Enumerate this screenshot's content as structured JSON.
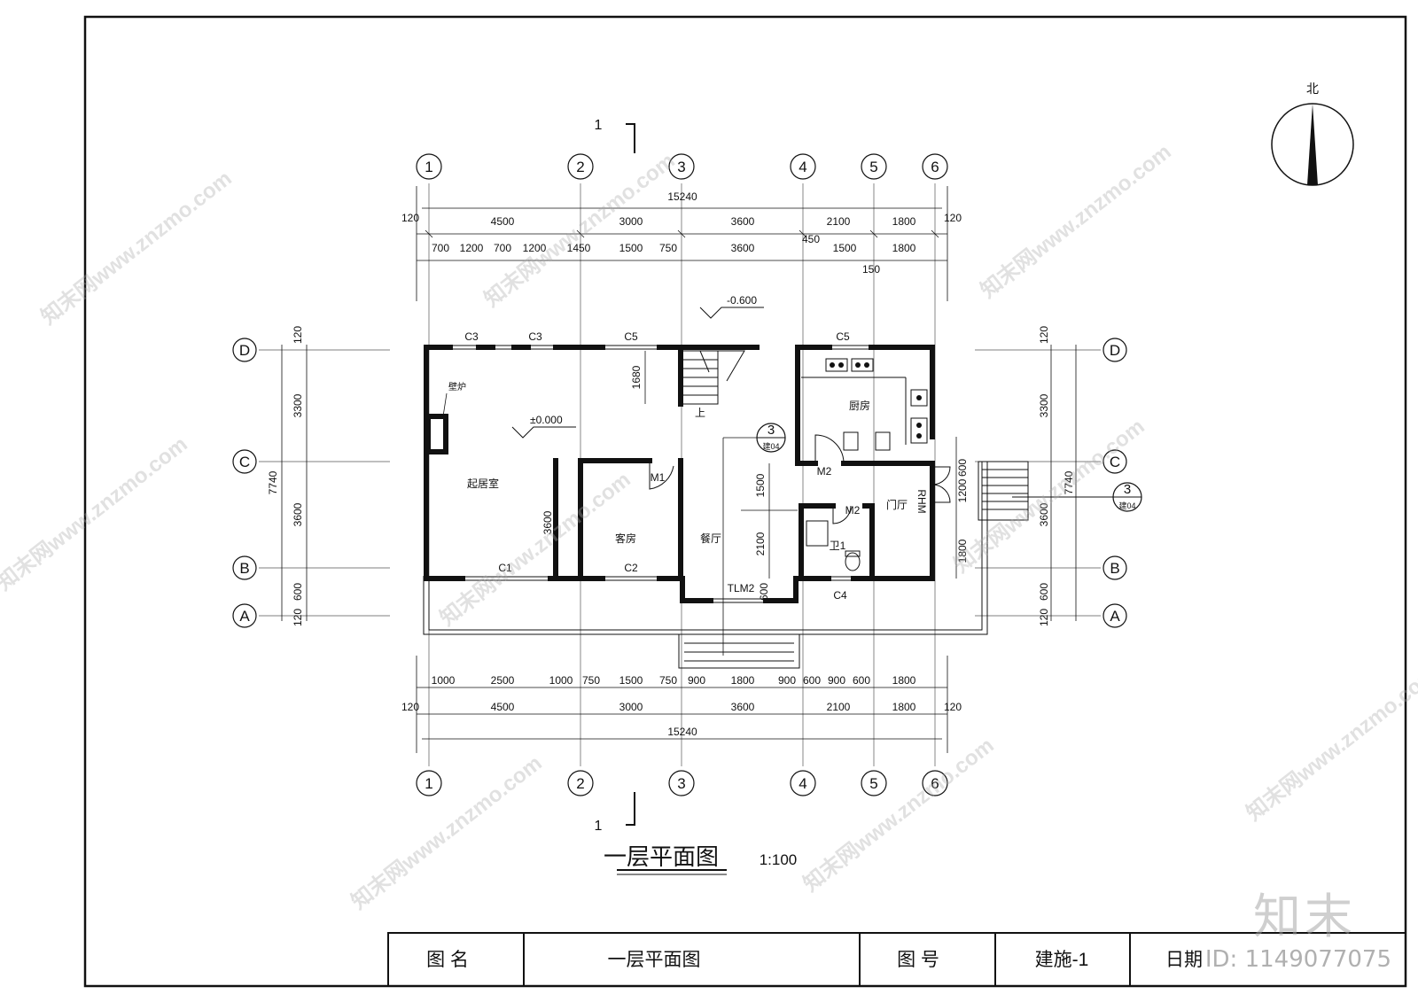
{
  "north": "北",
  "drawing_title": "一层平面图",
  "scale": "1:100",
  "section_mark": "1",
  "axes_x": [
    "1",
    "2",
    "3",
    "4",
    "5",
    "6"
  ],
  "axes_y": [
    "D",
    "C",
    "B",
    "A"
  ],
  "top_dims": {
    "overall": "15240",
    "row1": [
      "120",
      "4500",
      "3000",
      "3600",
      "2100",
      "1800",
      "120"
    ],
    "row2": [
      "700",
      "1200",
      "700",
      "1200",
      "1450",
      "1500",
      "750",
      "3600",
      "450",
      "1500",
      "1800",
      "150"
    ]
  },
  "bottom_dims": {
    "row1": [
      "1000",
      "2500",
      "1000",
      "750",
      "1500",
      "750",
      "900",
      "1800",
      "900",
      "600",
      "900",
      "600",
      "1800"
    ],
    "row2": [
      "120",
      "4500",
      "3000",
      "3600",
      "2100",
      "1800",
      "120"
    ],
    "overall": "15240"
  },
  "left_dims": [
    "120",
    "3300",
    "3600",
    "600",
    "120",
    "7740"
  ],
  "right_dims": [
    "120",
    "3300",
    "3600",
    "600",
    "120",
    "7740"
  ],
  "inner_dims": [
    "1680",
    "3600",
    "1500",
    "2100",
    "600",
    "1200",
    "1800",
    "600"
  ],
  "levels": [
    "-0.600",
    "±0.000"
  ],
  "rooms": {
    "living": "起居室",
    "guest": "客房",
    "dining": "餐厅",
    "kitchen": "厨房",
    "foyer": "门厅",
    "bath": "卫1",
    "fireplace": "壁炉",
    "stair_up": "上"
  },
  "openings": [
    "C3",
    "C3",
    "C5",
    "C5",
    "C1",
    "C2",
    "C4",
    "M1",
    "M2",
    "M2",
    "TLM2",
    "RHM"
  ],
  "detail_ref": {
    "num": "3",
    "sheet": "建04"
  },
  "title_block": {
    "name_label": "图 名",
    "name_value": "一层平面图",
    "num_label": "图 号",
    "num_value": "建施-1",
    "date_label": "日期"
  },
  "brand": "知末",
  "image_id": "ID: 1149077075",
  "watermark": "知末网www.znzmo.com"
}
